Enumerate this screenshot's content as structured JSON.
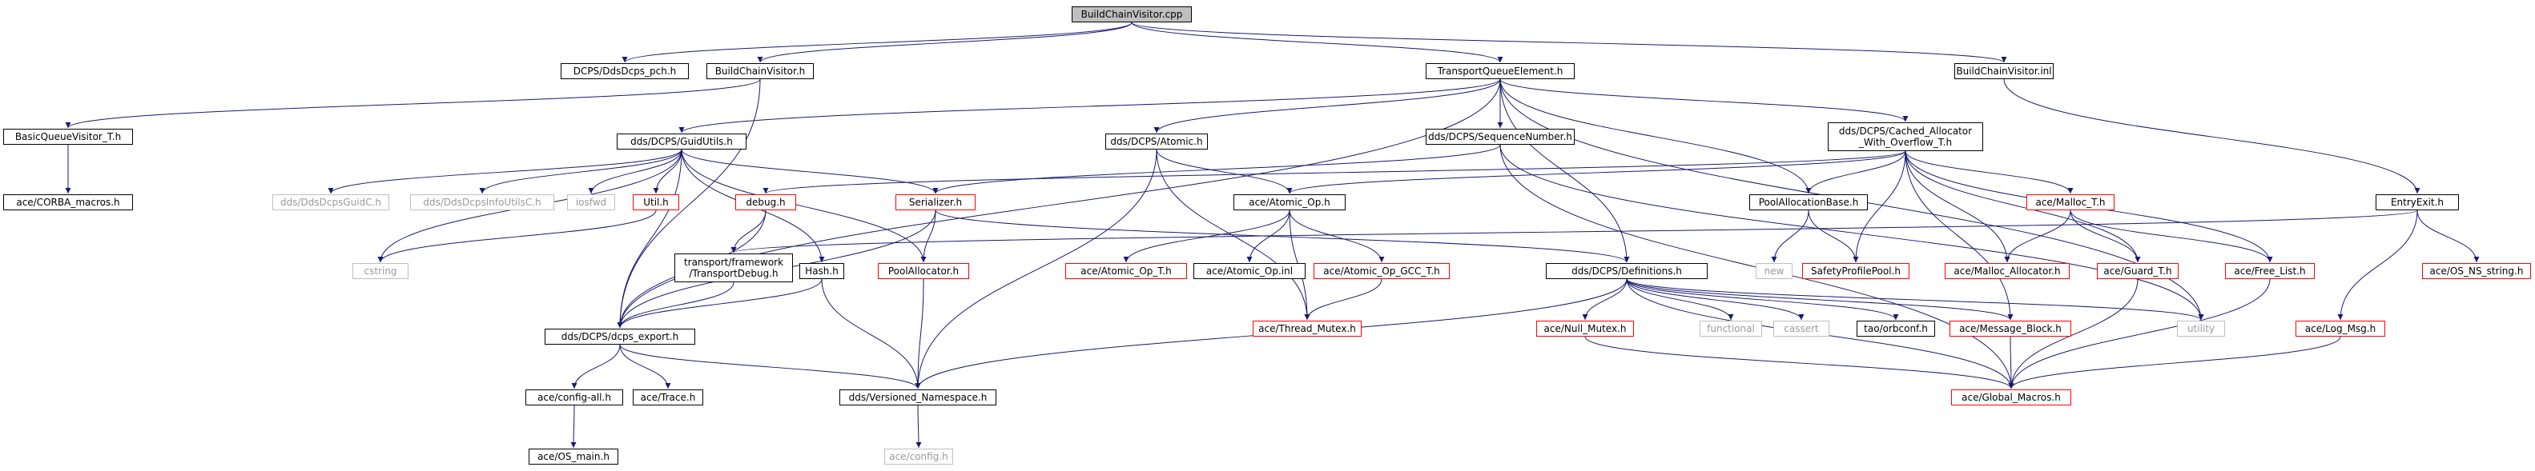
{
  "colors": {
    "edge": "#191970",
    "normal_border": "#000000",
    "truncated_border": "#ff0000",
    "system_border": "#bfbfbf",
    "root_fill": "#bfbfbf"
  },
  "nodes": {
    "buildchainvisitor_cpp": "BuildChainVisitor.cpp",
    "ddsdcps_pch_h": "DCPS/DdsDcps_pch.h",
    "buildchainvisitor_h": "BuildChainVisitor.h",
    "transportqueueelement_h": "TransportQueueElement.h",
    "buildchainvisitor_inl": "BuildChainVisitor.inl",
    "basicqueuevisitor_t_h": "BasicQueueVisitor_T.h",
    "ace_corba_macros_h": "ace/CORBA_macros.h",
    "guidutils_h": "dds/DCPS/GuidUtils.h",
    "atomic_h": "dds/DCPS/Atomic.h",
    "sequencenumber_h": "dds/DCPS/SequenceNumber.h",
    "cached_allocator_h": "dds/DCPS/Cached_Allocator\n_With_Overflow_T.h",
    "entryexit_h": "EntryExit.h",
    "ddsdcpsguidc_h": "dds/DdsDcpsGuidC.h",
    "ddsdcpsinfoutilsc_h": "dds/DdsDcpsInfoUtilsC.h",
    "iosfwd": "iosfwd",
    "util_h": "Util.h",
    "dcpsdebug_h": "debug.h",
    "serializer_h": "Serializer.h",
    "atomic_op_h": "ace/Atomic_Op.h",
    "poolallocationbase_h": "PoolAllocationBase.h",
    "ace_malloc_t_h": "ace/Malloc_T.h",
    "cstring": "cstring",
    "transportdebug_h": "transport/framework\n/TransportDebug.h",
    "hash_h": "Hash.h",
    "poolallocator_h": "PoolAllocator.h",
    "atomic_op_t_h": "ace/Atomic_Op_T.h",
    "atomic_op_inl": "ace/Atomic_Op.inl",
    "atomic_op_gcc_t_h": "ace/Atomic_Op_GCC_T.h",
    "definitions_h": "dds/DCPS/Definitions.h",
    "new": "new",
    "safetyprofilepool_h": "SafetyProfilePool.h",
    "ace_malloc_allocator_h": "ace/Malloc_Allocator.h",
    "ace_guard_t_h": "ace/Guard_T.h",
    "ace_free_list_h": "ace/Free_List.h",
    "ace_os_ns_string_h": "ace/OS_NS_string.h",
    "dcps_export_h": "dds/DCPS/dcps_export.h",
    "ace_thread_mutex_h": "ace/Thread_Mutex.h",
    "ace_null_mutex_h": "ace/Null_Mutex.h",
    "functional": "functional",
    "cassert": "cassert",
    "tao_orbconf_h": "tao/orbconf.h",
    "ace_message_block_h": "ace/Message_Block.h",
    "utility": "utility",
    "ace_log_msg_h": "ace/Log_Msg.h",
    "ace_config_all_h": "ace/config-all.h",
    "ace_trace_h": "ace/Trace.h",
    "versioned_namespace_h": "dds/Versioned_Namespace.h",
    "ace_global_macros_h": "ace/Global_Macros.h",
    "ace_os_main_h": "ace/OS_main.h",
    "ace_config_h": "ace/config.h"
  },
  "edges": [
    [
      "buildchainvisitor_cpp",
      "ddsdcps_pch_h"
    ],
    [
      "buildchainvisitor_cpp",
      "buildchainvisitor_h"
    ],
    [
      "buildchainvisitor_cpp",
      "transportqueueelement_h"
    ],
    [
      "buildchainvisitor_cpp",
      "buildchainvisitor_inl"
    ],
    [
      "buildchainvisitor_h",
      "basicqueuevisitor_t_h"
    ],
    [
      "buildchainvisitor_h",
      "dcps_export_h"
    ],
    [
      "basicqueuevisitor_t_h",
      "ace_corba_macros_h"
    ],
    [
      "transportqueueelement_h",
      "guidutils_h"
    ],
    [
      "transportqueueelement_h",
      "atomic_h"
    ],
    [
      "transportqueueelement_h",
      "sequencenumber_h"
    ],
    [
      "transportqueueelement_h",
      "cached_allocator_h"
    ],
    [
      "transportqueueelement_h",
      "poolallocationbase_h"
    ],
    [
      "transportqueueelement_h",
      "definitions_h"
    ],
    [
      "transportqueueelement_h",
      "dcps_export_h"
    ],
    [
      "transportqueueelement_h",
      "utility"
    ],
    [
      "buildchainvisitor_inl",
      "entryexit_h"
    ],
    [
      "guidutils_h",
      "ddsdcpsguidc_h"
    ],
    [
      "guidutils_h",
      "ddsdcpsinfoutilsc_h"
    ],
    [
      "guidutils_h",
      "iosfwd"
    ],
    [
      "guidutils_h",
      "util_h"
    ],
    [
      "guidutils_h",
      "serializer_h"
    ],
    [
      "guidutils_h",
      "hash_h"
    ],
    [
      "guidutils_h",
      "poolallocator_h"
    ],
    [
      "guidutils_h",
      "cstring"
    ],
    [
      "guidutils_h",
      "dcps_export_h"
    ],
    [
      "atomic_h",
      "atomic_op_h"
    ],
    [
      "atomic_h",
      "ace_thread_mutex_h"
    ],
    [
      "atomic_h",
      "versioned_namespace_h"
    ],
    [
      "sequencenumber_h",
      "serializer_h"
    ],
    [
      "sequencenumber_h",
      "ace_global_macros_h"
    ],
    [
      "sequencenumber_h",
      "utility"
    ],
    [
      "cached_allocator_h",
      "dcpsdebug_h"
    ],
    [
      "cached_allocator_h",
      "atomic_op_h"
    ],
    [
      "cached_allocator_h",
      "poolallocationbase_h"
    ],
    [
      "cached_allocator_h",
      "ace_malloc_t_h"
    ],
    [
      "cached_allocator_h",
      "safetyprofilepool_h"
    ],
    [
      "cached_allocator_h",
      "ace_malloc_allocator_h"
    ],
    [
      "cached_allocator_h",
      "ace_guard_t_h"
    ],
    [
      "cached_allocator_h",
      "ace_free_list_h"
    ],
    [
      "cached_allocator_h",
      "ace_message_block_h"
    ],
    [
      "entryexit_h",
      "transportdebug_h"
    ],
    [
      "entryexit_h",
      "ace_log_msg_h"
    ],
    [
      "entryexit_h",
      "ace_os_ns_string_h"
    ],
    [
      "util_h",
      "cstring"
    ],
    [
      "dcpsdebug_h",
      "transportdebug_h"
    ],
    [
      "dcpsdebug_h",
      "dcps_export_h"
    ],
    [
      "serializer_h",
      "poolallocator_h"
    ],
    [
      "serializer_h",
      "definitions_h"
    ],
    [
      "serializer_h",
      "dcps_export_h"
    ],
    [
      "transportdebug_h",
      "dcps_export_h"
    ],
    [
      "hash_h",
      "dcps_export_h"
    ],
    [
      "hash_h",
      "versioned_namespace_h"
    ],
    [
      "poolallocator_h",
      "versioned_namespace_h"
    ],
    [
      "atomic_op_h",
      "atomic_op_t_h"
    ],
    [
      "atomic_op_h",
      "atomic_op_inl"
    ],
    [
      "atomic_op_h",
      "atomic_op_gcc_t_h"
    ],
    [
      "atomic_op_h",
      "ace_thread_mutex_h"
    ],
    [
      "atomic_op_gcc_t_h",
      "ace_thread_mutex_h"
    ],
    [
      "poolallocationbase_h",
      "new"
    ],
    [
      "poolallocationbase_h",
      "safetyprofilepool_h"
    ],
    [
      "ace_malloc_t_h",
      "ace_malloc_allocator_h"
    ],
    [
      "ace_malloc_t_h",
      "ace_guard_t_h"
    ],
    [
      "ace_malloc_t_h",
      "ace_free_list_h"
    ],
    [
      "ace_guard_t_h",
      "ace_global_macros_h"
    ],
    [
      "ace_free_list_h",
      "ace_global_macros_h"
    ],
    [
      "definitions_h",
      "ace_null_mutex_h"
    ],
    [
      "definitions_h",
      "functional"
    ],
    [
      "definitions_h",
      "cassert"
    ],
    [
      "definitions_h",
      "tao_orbconf_h"
    ],
    [
      "definitions_h",
      "ace_message_block_h"
    ],
    [
      "definitions_h",
      "utility"
    ],
    [
      "definitions_h",
      "ace_global_macros_h"
    ],
    [
      "definitions_h",
      "versioned_namespace_h"
    ],
    [
      "ace_null_mutex_h",
      "ace_global_macros_h"
    ],
    [
      "ace_message_block_h",
      "ace_global_macros_h"
    ],
    [
      "ace_log_msg_h",
      "ace_global_macros_h"
    ],
    [
      "dcps_export_h",
      "ace_config_all_h"
    ],
    [
      "dcps_export_h",
      "ace_trace_h"
    ],
    [
      "dcps_export_h",
      "versioned_namespace_h"
    ],
    [
      "ace_config_all_h",
      "ace_os_main_h"
    ],
    [
      "versioned_namespace_h",
      "ace_config_h"
    ]
  ]
}
